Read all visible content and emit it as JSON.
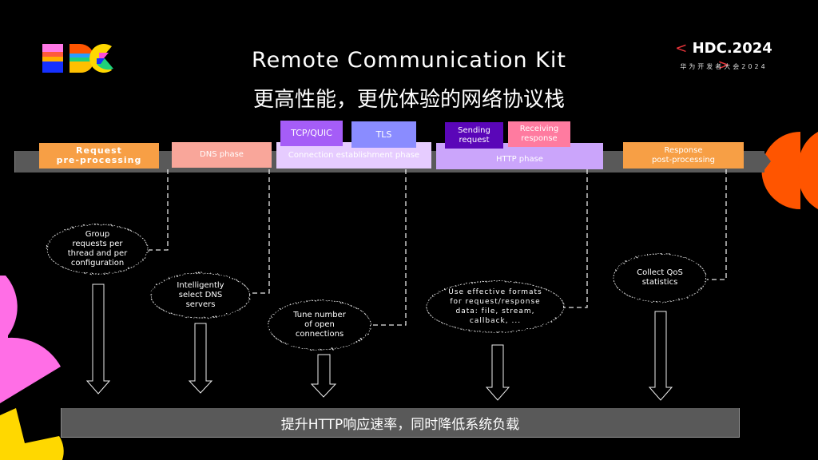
{
  "header": {
    "title_en": "Remote Communication Kit",
    "title_zh": "更高性能，更优体验的网络协议栈",
    "event_badge": "HDC.2024",
    "event_badge_left": "<",
    "event_badge_right": ">",
    "event_subtitle": "华为开发者大会2024",
    "logo_text": "HDC"
  },
  "pipeline": {
    "phases": [
      {
        "id": "request-pre-processing",
        "label": "Request\npre-processing",
        "color": "#f79f45"
      },
      {
        "id": "dns-phase",
        "label": "DNS phase",
        "color": "#f9a69a"
      },
      {
        "id": "connection-establishment-phase",
        "label": "Connection establishment phase",
        "color": "#e6ccff"
      },
      {
        "id": "http-phase",
        "label": "HTTP phase",
        "color": "#cba5fb"
      },
      {
        "id": "response-post-processing",
        "label": "Response\npost-processing",
        "color": "#f79f45"
      }
    ],
    "sub_phases": [
      {
        "id": "tcp-quic",
        "label": "TCP/QUIC",
        "parent": "connection-establishment-phase",
        "color": "#a55df7"
      },
      {
        "id": "tls",
        "label": "TLS",
        "parent": "connection-establishment-phase",
        "color": "#8a8cff"
      },
      {
        "id": "sending-request",
        "label": "Sending\nrequest",
        "parent": "http-phase",
        "color": "#5a06b8"
      },
      {
        "id": "receiving-response",
        "label": "Receiving\nresponse",
        "parent": "http-phase",
        "color": "#ff7ba0"
      }
    ]
  },
  "callouts": [
    {
      "id": "group-requests",
      "text": "Group\nrequests per\nthread and per\nconfiguration",
      "phase": "request-pre-processing"
    },
    {
      "id": "select-dns",
      "text": "Intelligently\nselect DNS\nservers",
      "phase": "dns-phase"
    },
    {
      "id": "tune-connections",
      "text": "Tune number\nof open\nconnections",
      "phase": "connection-establishment-phase"
    },
    {
      "id": "effective-formats",
      "text": "Use effective formats\nfor request/response\ndata: file, stream,\ncallback, ...",
      "phase": "http-phase"
    },
    {
      "id": "collect-qos",
      "text": "Collect QoS\nstatistics",
      "phase": "response-post-processing"
    }
  ],
  "conclusion": "提升HTTP响应速率，同时降低系统负载",
  "colors": {
    "background": "#000000",
    "track": "#595959",
    "accent_red": "#e8343a",
    "deco_orange": "#ff5500",
    "deco_pink": "#ff6ee6",
    "deco_yellow": "#ffd800"
  }
}
